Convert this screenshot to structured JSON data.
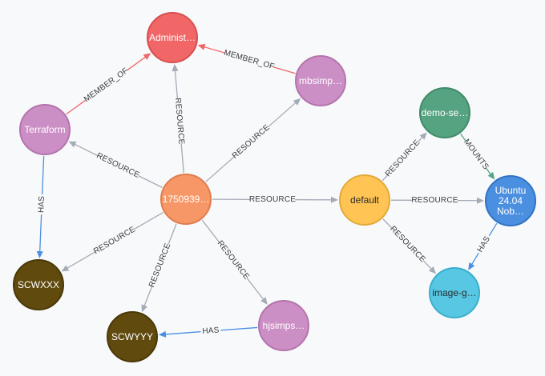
{
  "graph": {
    "nodes": [
      {
        "id": "admin",
        "label": "Administ…",
        "color": "#f16667",
        "stroke": "#d94e50",
        "text_color": "#ffffff"
      },
      {
        "id": "mbsimp",
        "label": "mbsimp…",
        "color": "#cc8fc5",
        "stroke": "#b374ac",
        "text_color": "#ffffff"
      },
      {
        "id": "terraform",
        "label": "Terraform",
        "color": "#cc8fc5",
        "stroke": "#b374ac",
        "text_color": "#ffffff"
      },
      {
        "id": "center",
        "label": "1750939…",
        "color": "#f79767",
        "stroke": "#e07c4b",
        "text_color": "#ffffff"
      },
      {
        "id": "demo",
        "label": "demo-se…",
        "color": "#56a381",
        "stroke": "#3f8b69",
        "text_color": "#ffffff"
      },
      {
        "id": "default",
        "label": "default",
        "color": "#ffc453",
        "stroke": "#e3a93a",
        "text_color": "#2b2b2b"
      },
      {
        "id": "ubuntu",
        "label_lines": [
          "Ubuntu",
          "24.04",
          "Nob…"
        ],
        "color": "#4b8fe0",
        "stroke": "#3173c3",
        "text_color": "#ffffff"
      },
      {
        "id": "image",
        "label": "image-g…",
        "color": "#57c7e3",
        "stroke": "#3aaecb",
        "text_color": "#2b2b2b"
      },
      {
        "id": "scwxxx",
        "label": "SCWXXX",
        "color": "#604a0e",
        "stroke": "#4a3808",
        "text_color": "#ffffff"
      },
      {
        "id": "scwyyy",
        "label": "SCWYYY",
        "color": "#604a0e",
        "stroke": "#4a3808",
        "text_color": "#ffffff"
      },
      {
        "id": "hjsimps",
        "label": "hjsimps…",
        "color": "#cc8fc5",
        "stroke": "#b374ac",
        "text_color": "#ffffff"
      }
    ],
    "edges": [
      {
        "from": "terraform",
        "to": "admin",
        "label": "MEMBER_OF",
        "color": "#f16667"
      },
      {
        "from": "mbsimp",
        "to": "admin",
        "label": "MEMBER_OF",
        "color": "#f16667"
      },
      {
        "from": "center",
        "to": "admin",
        "label": "RESOURCE",
        "color": "#a5abb6"
      },
      {
        "from": "center",
        "to": "mbsimp",
        "label": "RESOURCE",
        "color": "#a5abb6"
      },
      {
        "from": "center",
        "to": "terraform",
        "label": "RESOURCE",
        "color": "#a5abb6"
      },
      {
        "from": "center",
        "to": "default",
        "label": "RESOURCE",
        "color": "#a5abb6"
      },
      {
        "from": "center",
        "to": "scwxxx",
        "label": "RESOURCE",
        "color": "#a5abb6"
      },
      {
        "from": "center",
        "to": "scwyyy",
        "label": "RESOURCE",
        "color": "#a5abb6"
      },
      {
        "from": "center",
        "to": "hjsimps",
        "label": "RESOURCE",
        "color": "#a5abb6"
      },
      {
        "from": "terraform",
        "to": "scwxxx",
        "label": "HAS",
        "color": "#4b8fe0"
      },
      {
        "from": "hjsimps",
        "to": "scwyyy",
        "label": "HAS",
        "color": "#4b8fe0"
      },
      {
        "from": "default",
        "to": "demo",
        "label": "RESOURCE",
        "color": "#a5abb6"
      },
      {
        "from": "default",
        "to": "ubuntu",
        "label": "RESOURCE",
        "color": "#a5abb6"
      },
      {
        "from": "default",
        "to": "image",
        "label": "RESOURCE",
        "color": "#a5abb6"
      },
      {
        "from": "demo",
        "to": "ubuntu",
        "label": "MOUNTS",
        "color": "#56a381"
      },
      {
        "from": "ubuntu",
        "to": "image",
        "label": "HAS",
        "color": "#4b8fe0"
      }
    ]
  }
}
